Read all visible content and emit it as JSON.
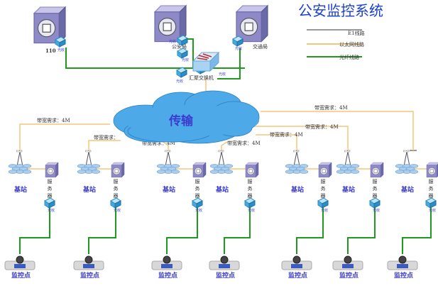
{
  "title": "公安监控系统",
  "legend": [
    {
      "label": "E1线路",
      "color": "#9a9a9a"
    },
    {
      "label": "以太网线路",
      "color": "#f5c57a"
    },
    {
      "label": "光纤线路",
      "color": "#1e9a1e"
    }
  ],
  "top_nodes": {
    "n110": "110",
    "police": "公安局",
    "traffic": "交通局",
    "switch": "汇聚交换机"
  },
  "transceiver_label": "光收",
  "cloud_label": "传输",
  "bandwidth": [
    "带宽需求：4M",
    "带宽需求：",
    "带宽需求：4M",
    "带宽需求：4M",
    "带宽需求：4M",
    "带宽需求：4M",
    "带宽需求：4M"
  ],
  "station_label": "基站",
  "server_label": "服务器",
  "camera_label": "监控点",
  "colors": {
    "fiber": "#1e9a1e",
    "ethernet": "#f5c57a",
    "e1": "#9a9a9a",
    "cloud": "#4ea9e8",
    "text_blue": "#3b3bd0"
  }
}
